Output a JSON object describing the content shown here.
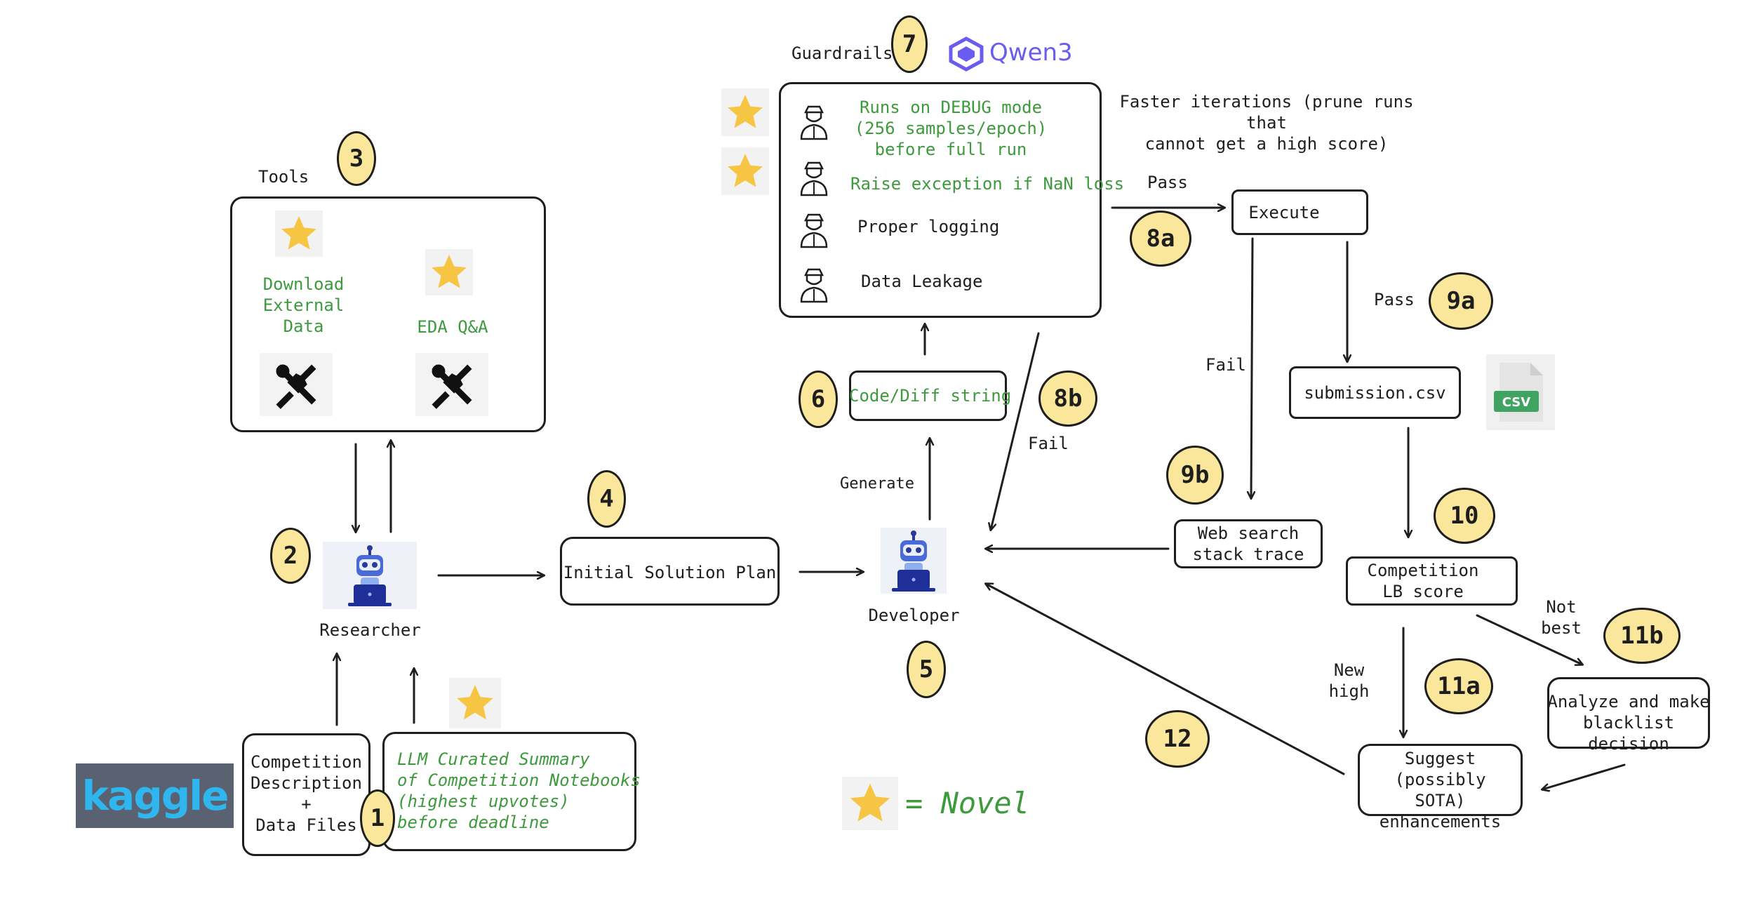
{
  "labels": {
    "guardrails": "Guardrails",
    "qwen": "Qwen3",
    "faster": "Faster iterations (prune runs that\ncannot get a high score)",
    "tools": "Tools",
    "researcher": "Researcher",
    "developer": "Developer",
    "generate": "Generate",
    "pass1": "Pass",
    "pass2": "Pass",
    "fail1": "Fail",
    "fail2": "Fail",
    "new_high": "New\nhigh",
    "not_best": "Not\nbest",
    "novel": "= Novel",
    "kaggle": "kaggle",
    "csv": "CSV"
  },
  "boxes": {
    "guardrail_debug": "Runs on DEBUG mode\n(256 samples/epoch)\nbefore full run",
    "guardrail_nan": "Raise exception if NaN loss",
    "guardrail_logging": "Proper logging",
    "guardrail_leakage": "Data Leakage",
    "tool_download": "Download\nExternal\nData",
    "tool_eda": "EDA Q&A",
    "execute": "Execute",
    "code_diff": "Code/Diff string",
    "submission": "submission.csv",
    "initial_plan": "Initial Solution Plan",
    "web_search": "Web search\nstack trace",
    "lb_score": "Competition\nLB score",
    "analyze": "Analyze and make\nblacklist decision",
    "suggest": "Suggest (possibly\nSOTA)\nenhancements",
    "competition": "Competition\nDescription\n+\nData Files",
    "llm_summary": "LLM Curated Summary\nof Competition Notebooks\n(highest upvotes)\nbefore deadline"
  },
  "badges": {
    "b1": "1",
    "b2": "2",
    "b3": "3",
    "b4": "4",
    "b5": "5",
    "b6": "6",
    "b7": "7",
    "b8a": "8a",
    "b8b": "8b",
    "b9a": "9a",
    "b9b": "9b",
    "b10": "10",
    "b11a": "11a",
    "b11b": "11b",
    "b12": "12"
  },
  "colors": {
    "ink": "#1e1e1e",
    "novel_green": "#3d9a3d",
    "badge_fill": "#fbe79b",
    "star": "#f7c544",
    "qwen": "#6b5cf0",
    "kaggle_bg": "#5a6170",
    "csv_green": "#3fa462"
  },
  "icons": [
    "star-icon",
    "tools-icon",
    "guard-icon",
    "robot-icon",
    "qwen-logo",
    "kaggle-logo",
    "csv-file-icon"
  ]
}
